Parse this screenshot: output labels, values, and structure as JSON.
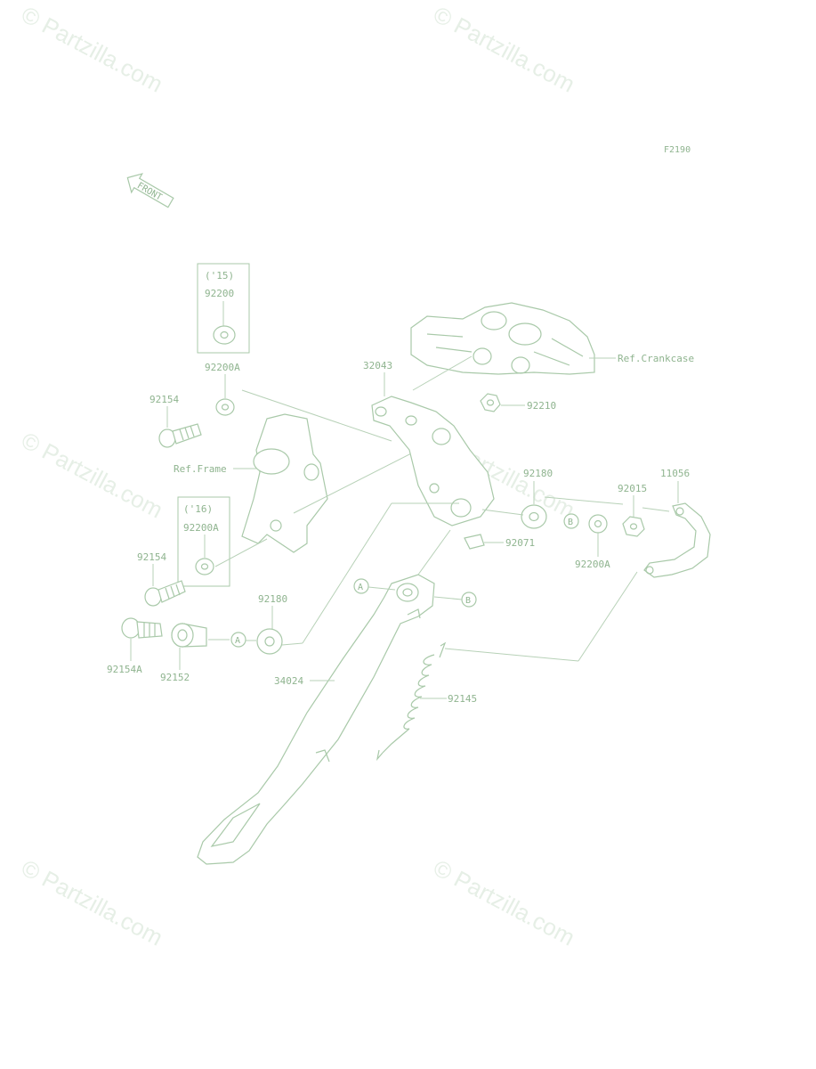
{
  "watermark": "© Partzilla.com",
  "figure_code": "F2190",
  "front_label": "FRONT",
  "note_15": "('15)",
  "note_16": "('16)",
  "ref_crankcase": "Ref.Crankcase",
  "ref_frame": "Ref.Frame",
  "parts": {
    "p92200": "92200",
    "p92200A_top": "92200A",
    "p92154_top": "92154",
    "p32043": "32043",
    "p92210": "92210",
    "p92180_right": "92180",
    "p11056": "11056",
    "p92015": "92015",
    "p92071": "92071",
    "p92200A_right": "92200A",
    "p92200A_box": "92200A",
    "p92154_mid": "92154",
    "p92180_left": "92180",
    "p92154A": "92154A",
    "p92152": "92152",
    "p34024": "34024",
    "p92145": "92145"
  },
  "callouts": {
    "a": "A",
    "b": "B"
  }
}
